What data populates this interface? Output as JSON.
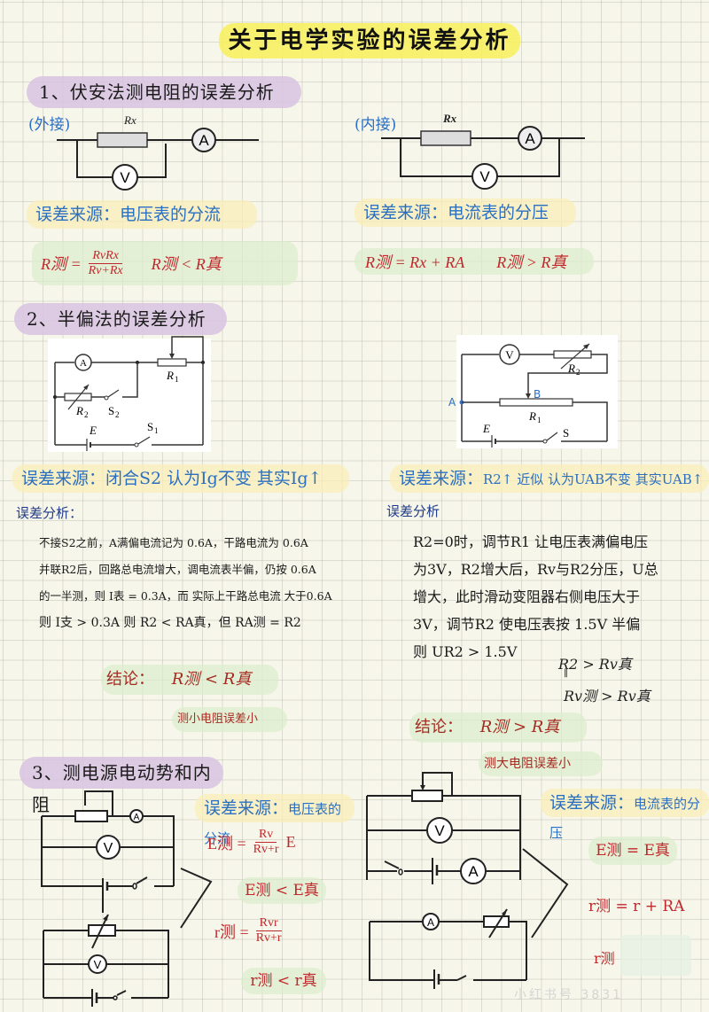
{
  "title": "关于电学实验的误差分析",
  "section1": {
    "heading": "1、伏安法测电阻的误差分析",
    "external": {
      "label": "(外接)",
      "resistor": "Rx",
      "ammeter": "A",
      "voltmeter": "V",
      "error_source_label": "误差来源：",
      "error_source": "电压表的分流",
      "formula_lhs": "R测 =",
      "formula_num": "RvRx",
      "formula_den": "Rv+Rx",
      "comparison": "R测 < R真"
    },
    "internal": {
      "label": "(内接)",
      "resistor": "Rx",
      "ammeter": "A",
      "voltmeter": "V",
      "error_source_label": "误差来源：",
      "error_source": "电流表的分压",
      "formula": "R测 = Rx + RA",
      "comparison": "R测 > R真"
    }
  },
  "section2": {
    "heading": "2、半偏法的误差分析",
    "left": {
      "circuit": {
        "ammeter": "A",
        "r1": "R1",
        "r2": "R2",
        "s1": "S1",
        "s2": "S2",
        "emf": "E"
      },
      "error_source_label": "误差来源：",
      "error_source": "闭合S2 认为Ig不变 其实Ig↑",
      "analysis_label": "误差分析：",
      "analysis_lines": [
        "不接S2之前，A满偏电流记为 0.6A，干路电流为 0.6A",
        "并联R2后，回路总电流增大，调电流表半偏，仍按 0.6A",
        "的一半测，则 I表 = 0.3A，而 实际上干路总电流 大于0.6A",
        "则 I支 > 0.3A   则 R2 < RA真，但 RA测 = R2"
      ],
      "conclusion_label": "结论：",
      "conclusion": "R测 < R真",
      "note": "测小电阻误差小"
    },
    "right": {
      "circuit": {
        "voltmeter": "V",
        "r1": "R1",
        "r2": "R2",
        "s": "S",
        "emf": "E",
        "point_a": "A",
        "point_b": "B"
      },
      "error_source_label": "误差来源：",
      "error_source": "R2↑ 近似 认为UAB不变 其实UAB↑",
      "analysis_label": "误差分析",
      "analysis_lines": [
        "R2=0时，调节R1 让电压表满偏电压",
        "为3V，R2增大后，Rv与R2分压，U总",
        "增大，此时滑动变阻器右侧电压大于",
        "3V，调节R2 使电压表按 1.5V 半偏",
        "则 UR2 > 1.5V"
      ],
      "relation_1": "R2 > Rv真",
      "relation_eq": "‖",
      "relation_2": "Rv测 > Rv真",
      "conclusion_label": "结论：",
      "conclusion": "R测 > R真",
      "note": "测大电阻误差小"
    }
  },
  "section3": {
    "heading": "3、测电源电动势和内阻",
    "left": {
      "error_source_label": "误差来源：",
      "error_source": "电压表的分流",
      "e_formula_lhs": "E测 =",
      "e_formula_num": "Rv",
      "e_formula_den": "Rv+r",
      "e_formula_tail": "E",
      "e_compare": "E测 < E真",
      "r_formula_lhs": "r测 =",
      "r_formula_num": "Rvr",
      "r_formula_den": "Rv+r",
      "r_compare": "r测 < r真"
    },
    "right": {
      "error_source_label": "误差来源：",
      "error_source": "电流表的分压",
      "e_formula": "E测 = E真",
      "r_formula": "r测 = r + RA",
      "r_compare": "r测"
    }
  },
  "watermark": "小红书号 3831"
}
